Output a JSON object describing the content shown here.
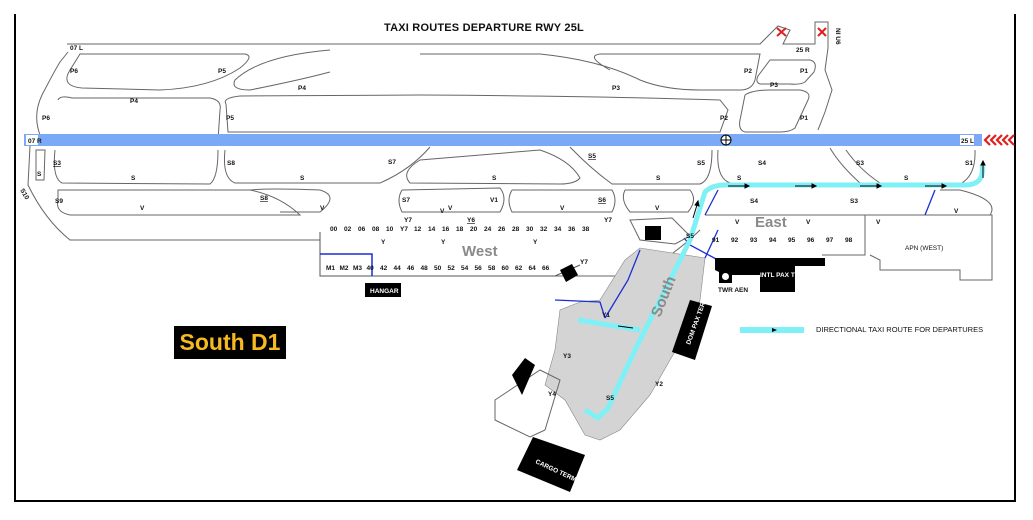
{
  "title": "TAXI ROUTES DEPARTURE RWY 25L",
  "badge": "South D1",
  "legend": {
    "label": "DIRECTIONAL TAXI ROUTE FOR DEPARTURES",
    "route_color": "#7ff1f6",
    "arrow_icon": "arrow-right-icon"
  },
  "colors": {
    "runway": "#7aa9f7",
    "taxi_route": "#7ff1f6",
    "apron_south": "#d4d4d4",
    "blue_boundary": "#1a2fd6",
    "badge_text": "#f6b91f",
    "closed_marker": "#e02020",
    "approach_chevrons": "#e02020"
  },
  "runways": {
    "main": {
      "west_end": "07 R",
      "east_end": "25 L"
    },
    "parallel": {
      "west_end": "07 L",
      "east_end": "25 R"
    },
    "cross": "NI U6"
  },
  "areas": {
    "west": "West",
    "east": "East",
    "south": "South"
  },
  "buildings": {
    "hangar": "HANGAR",
    "intl_terminal": "INTL PAX TERMINAL",
    "dom_terminal": "DOM PAX TERMINAL",
    "cargo_terminal": "CARGO TERMINAL",
    "tower": "TWR AEN",
    "apron_west": "APN (WEST)"
  },
  "taxiway_labels": {
    "north": [
      "P6",
      "P5",
      "P4",
      "P3",
      "P2",
      "P1",
      "P4",
      "P5",
      "P3",
      "P2",
      "P1",
      "P6"
    ],
    "south_row1": [
      "S3",
      "S8",
      "S7",
      "S5",
      "S5",
      "S4",
      "S3",
      "S1",
      "S",
      "S10"
    ],
    "s_letters": [
      "S",
      "S",
      "S",
      "S",
      "S",
      "S"
    ],
    "south_row2": [
      "S9",
      "S8",
      "S7",
      "V1",
      "S6",
      "V",
      "V",
      "V",
      "V",
      "V"
    ],
    "stand_taxi": [
      "Y7",
      "Y6",
      "Y",
      "Y",
      "Y",
      "Y7",
      "Y7",
      "Y1",
      "Y3",
      "Y4",
      "Y2",
      "S5",
      "S5",
      "S4",
      "S3",
      "V",
      "V",
      "V",
      "V",
      "V"
    ]
  },
  "stands": {
    "west_top": [
      "00",
      "02",
      "06",
      "08",
      "10",
      "Y7",
      "12",
      "14",
      "16",
      "18",
      "20",
      "24",
      "26",
      "28",
      "30",
      "32",
      "34",
      "36",
      "38"
    ],
    "west_bottom": [
      "M1",
      "M2",
      "M3",
      "40",
      "42",
      "44",
      "46",
      "48",
      "50",
      "52",
      "54",
      "56",
      "58",
      "60",
      "62",
      "64",
      "66"
    ],
    "east": [
      "91",
      "92",
      "93",
      "94",
      "95",
      "96",
      "97",
      "98"
    ]
  }
}
